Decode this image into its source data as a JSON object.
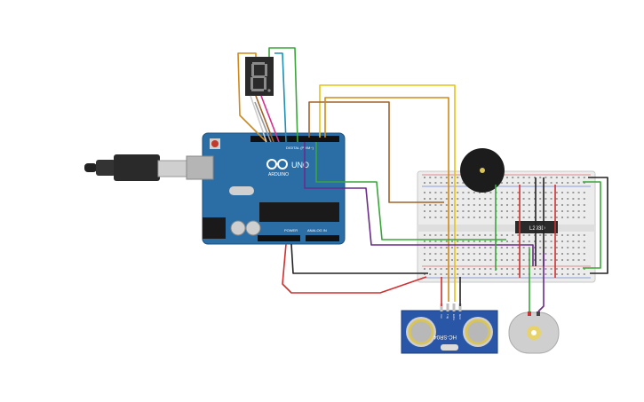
{
  "arduino": {
    "brand": "ARDUINO",
    "model": "UNO",
    "header_digital": "DIGITAL (PWM~)",
    "header_power": "POWER",
    "header_analog": "ANALOG IN"
  },
  "motor_driver": {
    "label": "L293D"
  },
  "ultrasonic": {
    "model": "HC-SR04",
    "pins": [
      "Vcc",
      "Trig",
      "Echo",
      "Gnd"
    ]
  },
  "colors": {
    "board_blue": "#2b6ea6",
    "breadboard": "#ececec",
    "wire_red": "#d03030",
    "wire_black": "#222222",
    "wire_yellow": "#e6c21a",
    "wire_orange": "#d08a1a",
    "wire_brown": "#a06428",
    "wire_green": "#3aa63a",
    "wire_purple": "#6a2c8a",
    "wire_pink": "#d62f8c",
    "wire_teal": "#1e8fb5"
  }
}
